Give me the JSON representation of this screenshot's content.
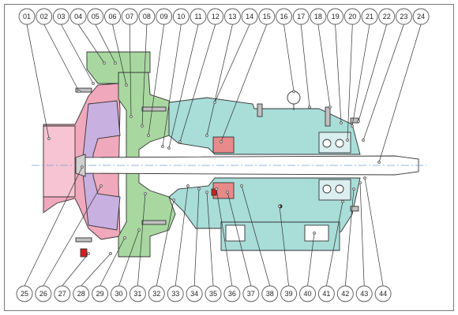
{
  "diagram": {
    "callouts_top": [
      "01",
      "02",
      "03",
      "04",
      "05",
      "06",
      "07",
      "08",
      "09",
      "10",
      "11",
      "12",
      "13",
      "14",
      "15",
      "16",
      "17",
      "18",
      "19",
      "20",
      "21",
      "22",
      "23",
      "24"
    ],
    "callouts_bottom": [
      "25",
      "26",
      "27",
      "28",
      "29",
      "30",
      "31",
      "32",
      "33",
      "34",
      "35",
      "36",
      "37",
      "38",
      "39",
      "40",
      "41",
      "42",
      "43",
      "44"
    ],
    "colors": {
      "casing": "#f0a8bc",
      "bearing_housing": "#a8ddd8",
      "bracket": "#a8d8a0",
      "impeller": "#c8b0e0",
      "seal": "#e88a8a",
      "shaft": "#ffffff",
      "outline": "#333333"
    }
  }
}
